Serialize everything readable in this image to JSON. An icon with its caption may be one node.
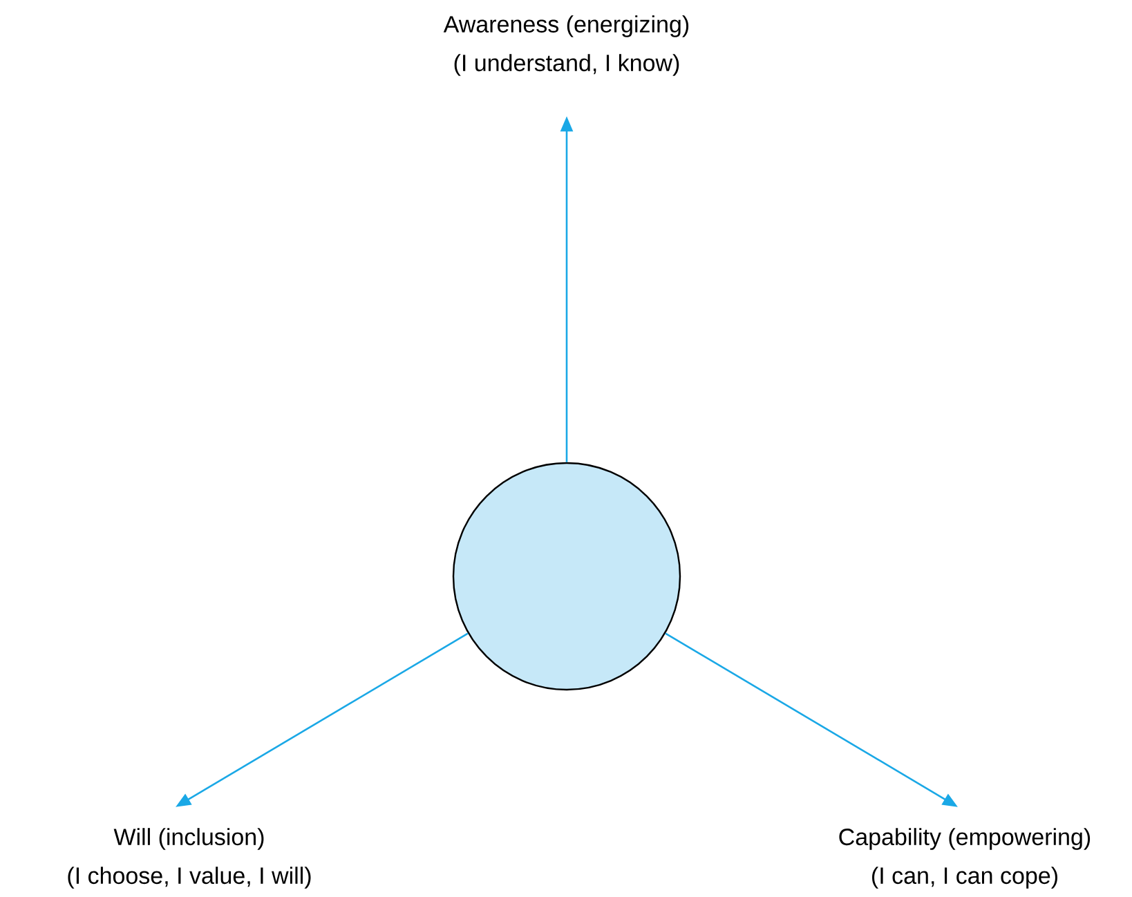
{
  "diagram": {
    "nodes": [
      {
        "text": [],
        "shape": "circle"
      },
      {
        "text": [
          "Awareness (energizing)",
          "(I understand, I know)"
        ]
      },
      {
        "text": [
          "Will (inclusion)",
          "(I choose, I value, I will)"
        ]
      },
      {
        "text": [
          "Capability (empowering)",
          "(I can, I can cope)"
        ]
      }
    ],
    "edges": [
      {
        "from": 0,
        "to": 1,
        "arrow": "to"
      },
      {
        "from": 0,
        "to": 2,
        "arrow": "to"
      },
      {
        "from": 0,
        "to": 3,
        "arrow": "to"
      }
    ]
  }
}
